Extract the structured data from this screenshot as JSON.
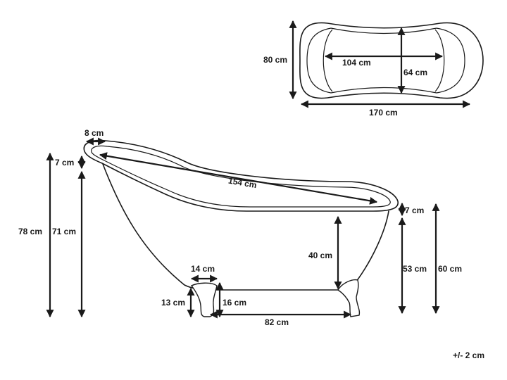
{
  "top_view": {
    "width_label": "80 cm",
    "inner_length_label": "104 cm",
    "inner_width_label": "64 cm",
    "length_label": "170 cm"
  },
  "side_view": {
    "rim_thickness_label": "8 cm",
    "rim_height_left_label": "7 cm",
    "total_height_label": "78 cm",
    "body_height_left_label": "71 cm",
    "inner_length_label": "154 cm",
    "rim_height_right_label": "7 cm",
    "floor_to_base_label": "40 cm",
    "body_height_right_label": "53 cm",
    "height_right_label": "60 cm",
    "foot_width_label": "14 cm",
    "foot_height_label": "13 cm",
    "foot_total_height_label": "16 cm",
    "foot_spacing_label": "82 cm"
  },
  "tolerance_label": "+/- 2 cm",
  "colors": {
    "line": "#1a1a1a",
    "background": "#ffffff"
  }
}
